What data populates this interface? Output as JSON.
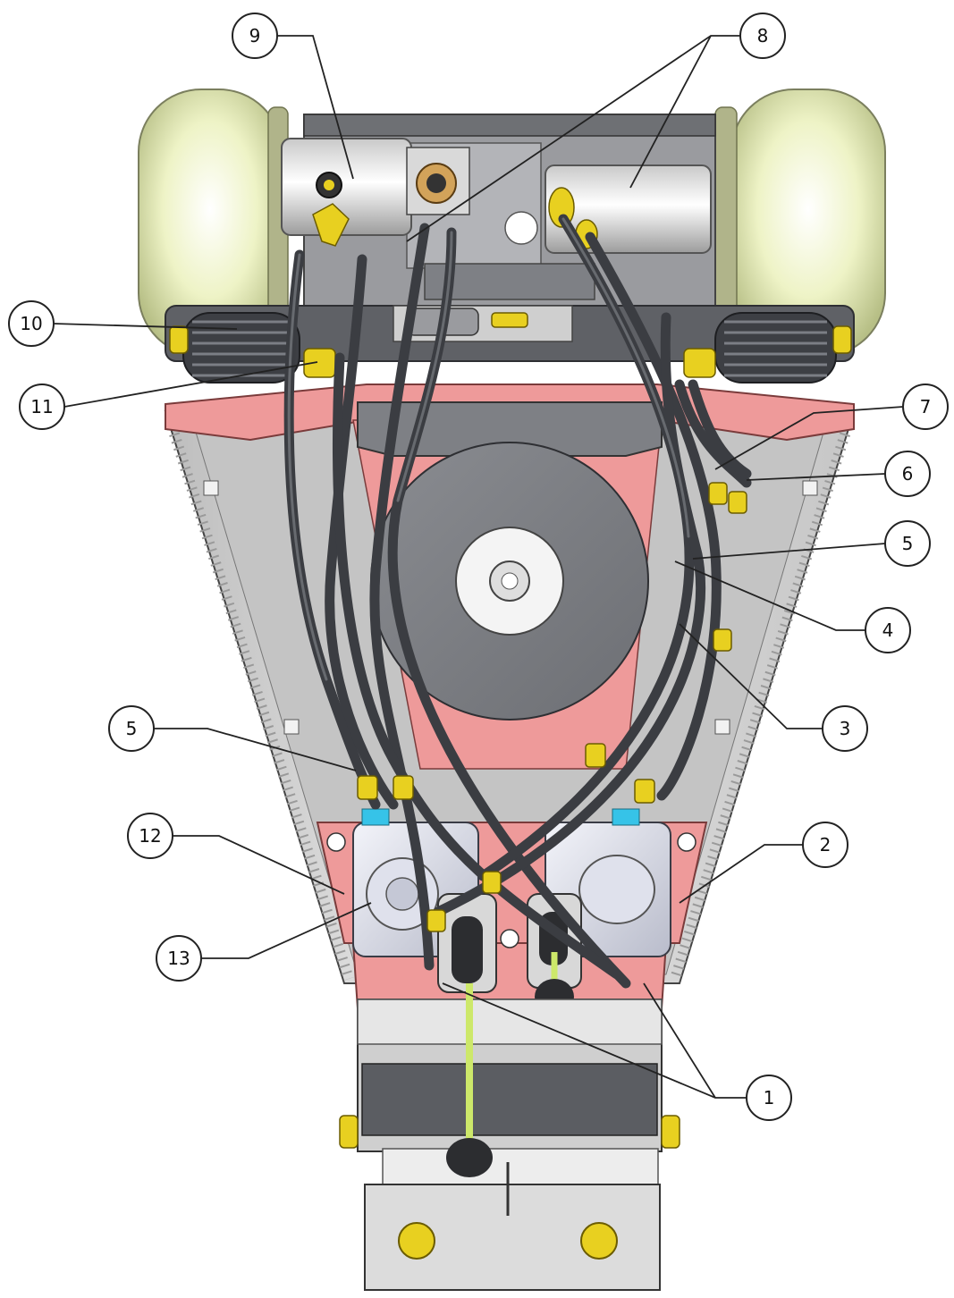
{
  "diagram": {
    "callouts": [
      {
        "id": "c1",
        "label": "1"
      },
      {
        "id": "c2",
        "label": "2"
      },
      {
        "id": "c3",
        "label": "3"
      },
      {
        "id": "c4",
        "label": "4"
      },
      {
        "id": "c5a",
        "label": "5"
      },
      {
        "id": "c5b",
        "label": "5"
      },
      {
        "id": "c6",
        "label": "6"
      },
      {
        "id": "c7",
        "label": "7"
      },
      {
        "id": "c8",
        "label": "8"
      },
      {
        "id": "c9",
        "label": "9"
      },
      {
        "id": "c10",
        "label": "10"
      },
      {
        "id": "c11",
        "label": "11"
      },
      {
        "id": "c12",
        "label": "12"
      },
      {
        "id": "c13",
        "label": "13"
      }
    ],
    "colors": {
      "bracket": "#ee9a9a",
      "frame": "#d6d6d6",
      "tire": "#eef3c6",
      "motor": "#e2e2e2",
      "hose": "#3b3d42",
      "fitting": "#e8d020",
      "lever": "#cde86a",
      "plate": "#7d7f84"
    }
  }
}
